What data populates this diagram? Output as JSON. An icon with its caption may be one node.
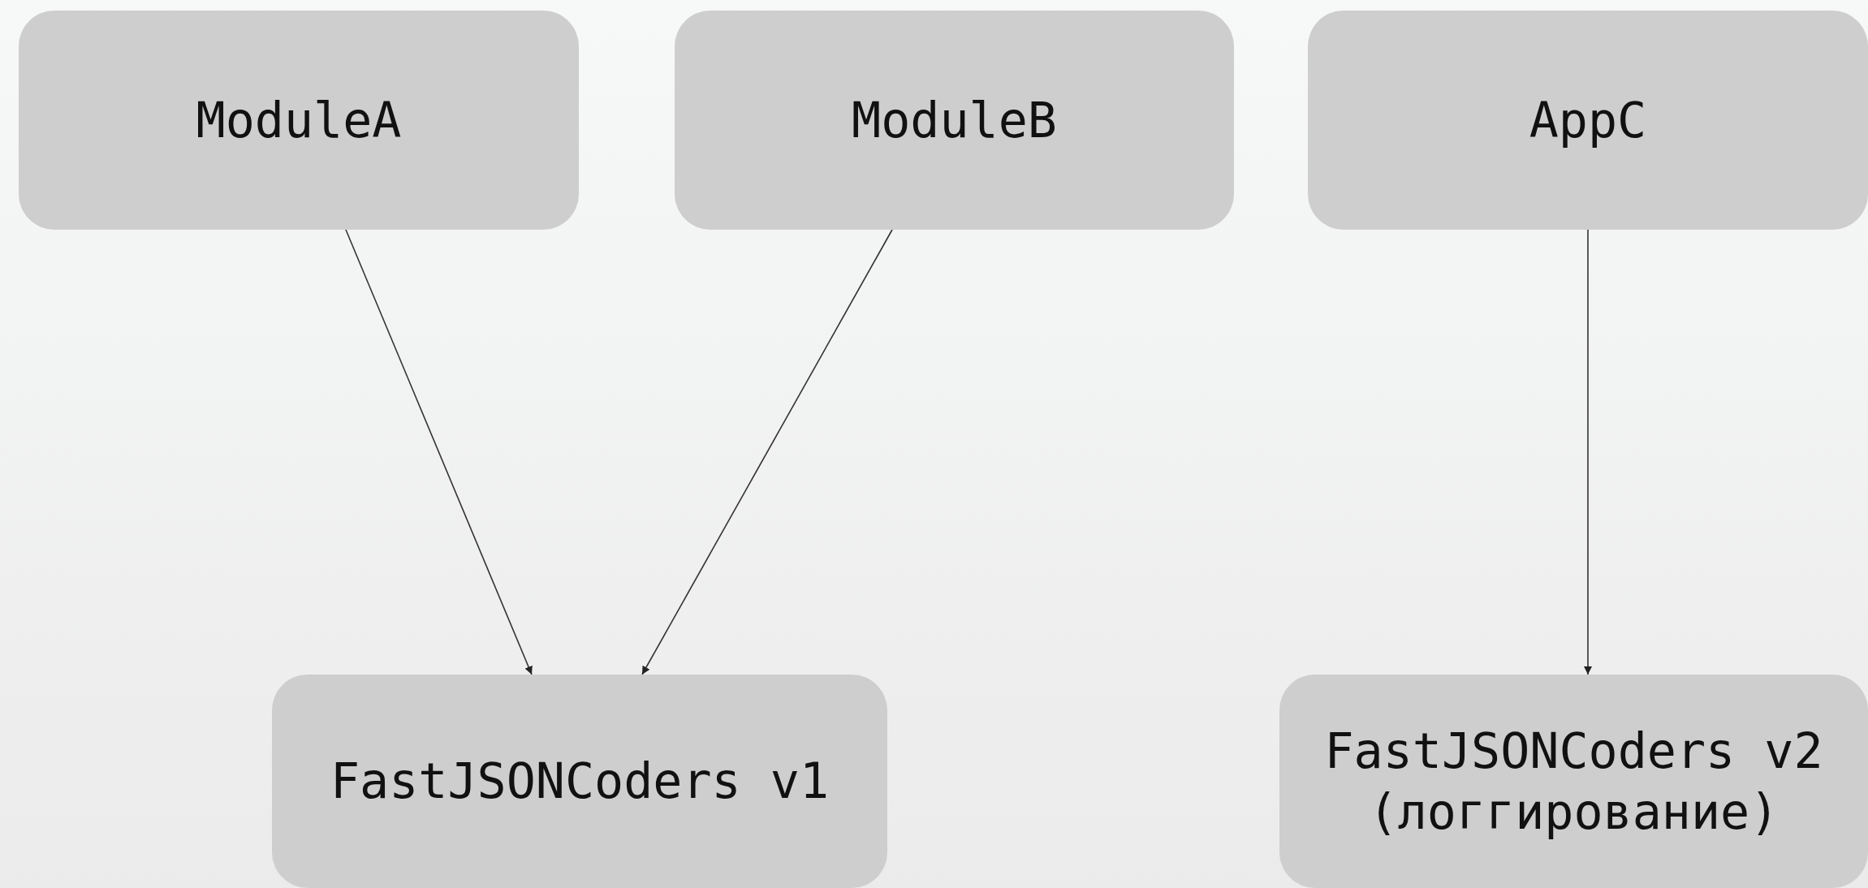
{
  "diagram": {
    "nodes": [
      {
        "text": [
          "ModuleA"
        ]
      },
      {
        "text": [
          "ModuleB"
        ]
      },
      {
        "text": [
          "AppC"
        ]
      },
      {
        "text": [
          "FastJSONCoders v1"
        ]
      },
      {
        "text": [
          "FastJSONCoders v2 (логгирование)"
        ]
      }
    ],
    "edges": [
      {
        "from": 0,
        "to": 3,
        "arrow": "to"
      },
      {
        "from": 1,
        "to": 3,
        "arrow": "to"
      },
      {
        "from": 2,
        "to": 4,
        "arrow": "to"
      }
    ]
  }
}
